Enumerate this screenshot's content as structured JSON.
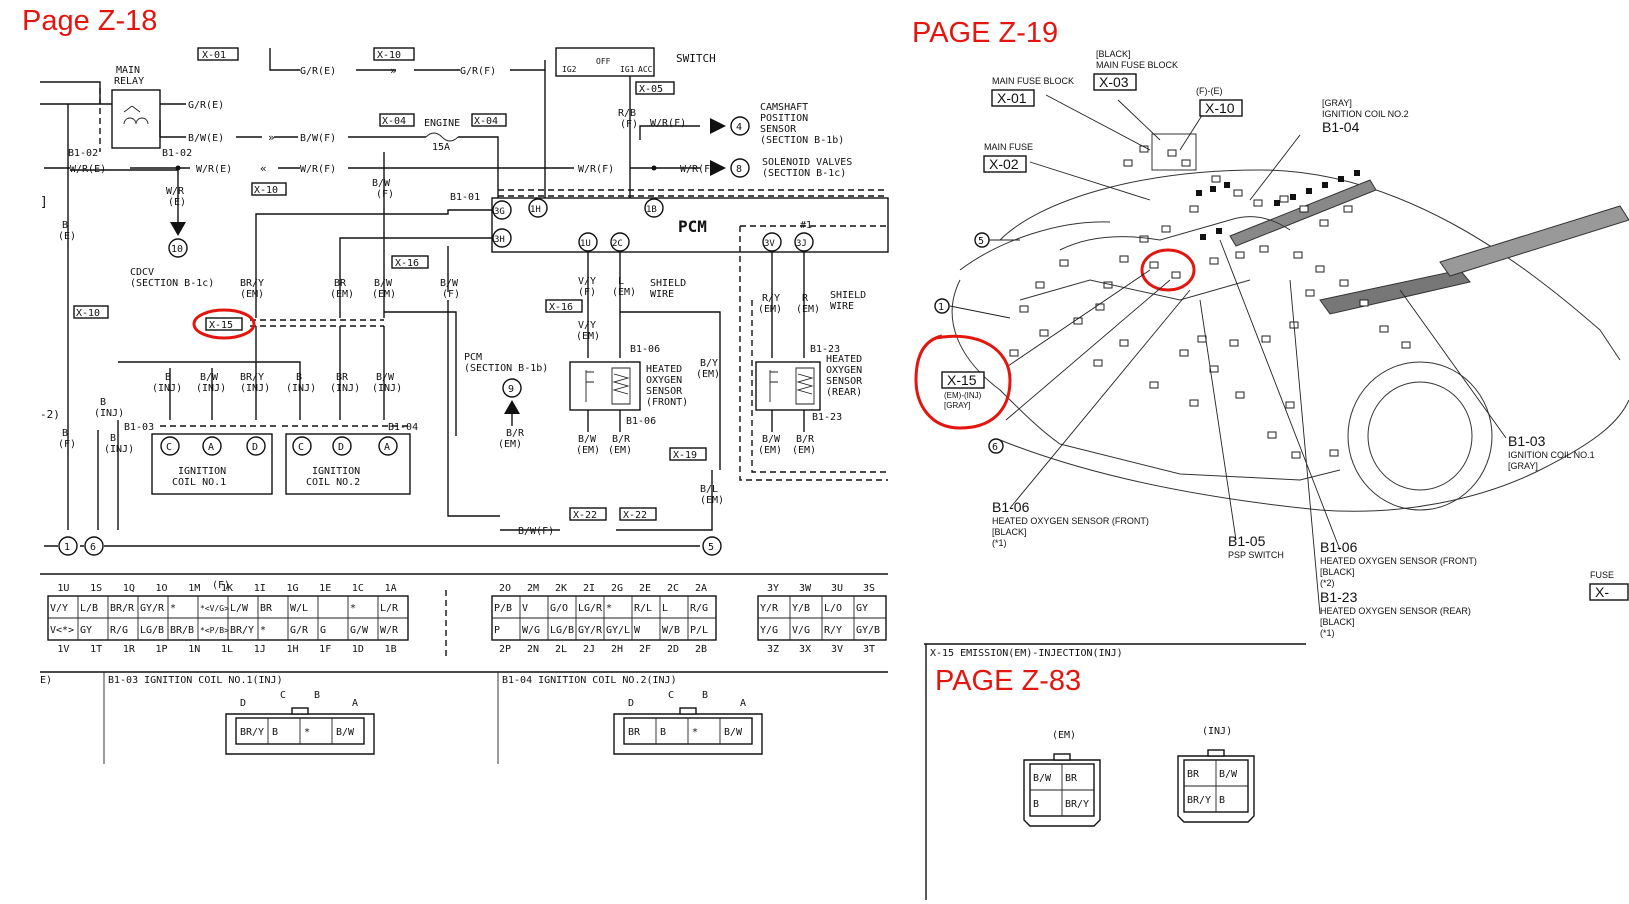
{
  "pages": {
    "z18": "Page Z-18",
    "z19": "PAGE Z-19",
    "z83": "PAGE Z-83"
  },
  "highlight_color": "#e3160f",
  "schematic": {
    "main_relay": [
      "MAIN",
      "RELAY"
    ],
    "engine_fuse": [
      "ENGINE",
      "15A"
    ],
    "switch": "SWITCH",
    "ig_contacts": [
      "IG2",
      "OFF",
      "IG1",
      "ACC"
    ],
    "connectors": {
      "x01": "X-01",
      "x10a": "X-10",
      "x10b": "X-10",
      "x10c": "X-10",
      "x05": "X-05",
      "x04a": "X-04",
      "x04b": "X-04",
      "x16a": "X-16",
      "x16b": "X-16",
      "x15": "X-15",
      "x19": "X-19",
      "x22a": "X-22",
      "x22b": "X-22"
    },
    "wires": {
      "gr_e_top": "G/R(E)",
      "gr_f_top": "G/R(F)",
      "gr_e_relay": "G/R(E)",
      "bw_e": "B/W(E)",
      "bw_f": "B/W(F)",
      "wr_e1": "W/R(E)",
      "wr_e2": "W/R(E)",
      "wr_f1": "W/R(F)",
      "wr_f2": "W/R(F)",
      "wr_f3": "W/R(F)",
      "wr_e_drop": [
        "W/R",
        "(E)"
      ],
      "rb_f": [
        "R/B",
        "(F)"
      ],
      "bw_f_pcm": [
        "B/W",
        "(F)"
      ],
      "b_e": [
        "B",
        "(E)"
      ],
      "bry_em": [
        "BR/Y",
        "(EM)"
      ],
      "br_em": [
        "BR",
        "(EM)"
      ],
      "bw_em": [
        "B/W",
        "(EM)"
      ],
      "bw_f_mid": [
        "B/W",
        "(F)"
      ],
      "b_inj_left": [
        "B",
        "(INJ)"
      ],
      "b_f": [
        "B",
        "(F)"
      ],
      "b_inj_low": [
        "B",
        "(INJ)"
      ],
      "vy_f": [
        "V/Y",
        "(F)"
      ],
      "l_em": [
        "L",
        "(EM)"
      ],
      "vy_em": [
        "V/Y",
        "(EM)"
      ],
      "ry_em": [
        "R/Y",
        "(EM)"
      ],
      "r_em": [
        "R",
        "(EM)"
      ],
      "by_em": [
        "B/Y",
        "(EM)"
      ],
      "br_em_pcm": [
        "B/R",
        "(EM)"
      ],
      "bl_em": [
        "B/L",
        "(EM)"
      ],
      "bw_f_bottom": "B/W(F)",
      "bw_em_s1": [
        "B/W",
        "(EM)"
      ],
      "br_em_s1": [
        "B/R",
        "(EM)"
      ],
      "bw_em_s2": [
        "B/W",
        "(EM)"
      ],
      "br_em_s2": [
        "B/R",
        "(EM)"
      ],
      "shield1": [
        "SHIELD",
        "WIRE"
      ],
      "shield2": [
        "SHIELD",
        "WIRE"
      ]
    },
    "coil_inputs": [
      [
        "B",
        "(INJ)"
      ],
      [
        "B/W",
        "(INJ)"
      ],
      [
        "BR/Y",
        "(INJ)"
      ],
      [
        "B",
        "(INJ)"
      ],
      [
        "BR",
        "(INJ)"
      ],
      [
        "B/W",
        "(INJ)"
      ]
    ],
    "refs": {
      "r4": "4",
      "r8": "8",
      "r10": "10",
      "r9": "9",
      "r1": "1",
      "r6": "6",
      "r5": "5"
    },
    "camshaft": [
      "CAMSHAFT",
      "POSITION",
      "SENSOR",
      "(SECTION B-1b)"
    ],
    "solenoid": [
      "SOLENOID VALVES",
      "(SECTION B-1c)"
    ],
    "cdcv": [
      "CDCV",
      "(SECTION B-1c)"
    ],
    "pcm_section": [
      "PCM",
      "(SECTION B-1b)"
    ],
    "pcm": {
      "label": "PCM",
      "id": "B1-01",
      "hash": "#1",
      "pins": [
        "3G",
        "3H",
        "1H",
        "1B",
        "1U",
        "2C",
        "3V",
        "3J"
      ]
    },
    "relay_ids": [
      "B1-02",
      "B1-02"
    ],
    "ho2s_front": {
      "title": [
        "HEATED",
        "OXYGEN",
        "SENSOR",
        "(FRONT)"
      ],
      "id_top": "B1-06",
      "id_bottom": "B1-06"
    },
    "ho2s_rear": {
      "title": [
        "HEATED",
        "OXYGEN",
        "SENSOR",
        "(REAR)"
      ],
      "id_top": "B1-23",
      "id_bottom": "B1-23"
    },
    "coil1": {
      "id": "B1-03",
      "pins": [
        "C",
        "A",
        "D"
      ],
      "title": [
        "IGNITION",
        "COIL NO.1"
      ]
    },
    "coil2": {
      "id": "B1-04",
      "pins": [
        "C",
        "D",
        "A"
      ],
      "title": [
        "IGNITION",
        "COIL NO.2"
      ]
    },
    "left_fragments": [
      "]",
      "-2)"
    ],
    "fuse_arrow": "(F)"
  },
  "pcm_table": {
    "top_pins_a": [
      "1U",
      "1S",
      "1Q",
      "1O",
      "1M",
      "1K",
      "1I",
      "1G",
      "1E",
      "1C",
      "1A"
    ],
    "row1_a": [
      "V/Y",
      "L/B",
      "BR/R",
      "GY/R",
      "*",
      "*<V/G>",
      "L/W",
      "BR",
      "W/L",
      "",
      "*",
      "L/R"
    ],
    "row2_a": [
      "V<*>",
      "GY",
      "R/G",
      "LG/B",
      "BR/B",
      "*<P/B>",
      "BR/Y",
      "*",
      "G/R",
      "G",
      "G/W",
      "W/R"
    ],
    "bottom_pins_a": [
      "1V",
      "1T",
      "1R",
      "1P",
      "1N",
      "1L",
      "1J",
      "1H",
      "1F",
      "1D",
      "1B"
    ],
    "top_pins_b": [
      "2O",
      "2M",
      "2K",
      "2I",
      "2G",
      "2E",
      "2C",
      "2A"
    ],
    "row1_b": [
      "P/B",
      "V",
      "G/O",
      "LG/R",
      "*",
      "R/L",
      "L",
      "R/G"
    ],
    "row2_b": [
      "P",
      "W/G",
      "LG/B",
      "GY/R",
      "GY/L",
      "W",
      "W/B",
      "P/L"
    ],
    "bottom_pins_b": [
      "2P",
      "2N",
      "2L",
      "2J",
      "2H",
      "2F",
      "2D",
      "2B"
    ],
    "top_pins_c": [
      "3Y",
      "3W",
      "3U",
      "3S"
    ],
    "row1_c": [
      "Y/R",
      "Y/B",
      "L/O",
      "GY"
    ],
    "row2_c": [
      "Y/G",
      "V/G",
      "R/Y",
      "GY/B"
    ],
    "bottom_pins_c": [
      "3Z",
      "3X",
      "3V",
      "3T"
    ]
  },
  "coil_connectors": {
    "c1_title": "B1-03 IGNITION COIL NO.1(INJ)",
    "c1_letters": [
      "D",
      "C",
      "B",
      "A"
    ],
    "c1_cells": [
      "BR/Y",
      "B",
      "*",
      "B/W"
    ],
    "c2_title": "B1-04 IGNITION COIL NO.2(INJ)",
    "c2_letters": [
      "D",
      "C",
      "B",
      "A"
    ],
    "c2_cells": [
      "BR",
      "B",
      "*",
      "B/W"
    ],
    "left_stub": "E)"
  },
  "harness": {
    "black_mfb": [
      "[BLACK]",
      "MAIN FUSE BLOCK"
    ],
    "main_fuse_block": "MAIN FUSE BLOCK",
    "main_fuse": "MAIN FUSE",
    "x01": "X-01",
    "x02": "X-02",
    "x03": "X-03",
    "x10": "X-10",
    "fe": "(F)-(E)",
    "coil2": [
      "[GRAY]",
      "IGNITION COIL NO.2",
      "B1-04"
    ],
    "x15": [
      "X-15",
      "(EM)-(INJ)",
      "[GRAY]"
    ],
    "refs": [
      "5",
      "1",
      "6"
    ],
    "b106": [
      "B1-06",
      "HEATED OXYGEN SENSOR (FRONT)",
      "[BLACK]",
      "(*1)"
    ],
    "b105": [
      "B1-05",
      "PSP SWITCH"
    ],
    "b106b": [
      "B1-06",
      "HEATED OXYGEN SENSOR (FRONT)",
      "[BLACK]",
      "(*2)"
    ],
    "b123": [
      "B1-23",
      "HEATED OXYGEN SENSOR (REAR)",
      "[BLACK]",
      "(*1)"
    ],
    "b103": [
      "B1-03",
      "IGNITION COIL NO.1",
      "[GRAY]"
    ],
    "fuse_edge": [
      "FUSE",
      "X-"
    ]
  },
  "z83": {
    "caption": "X-15 EMISSION(EM)-INJECTION(INJ)",
    "em_label": "(EM)",
    "em_cells": [
      "B/W",
      "BR",
      "B",
      "BR/Y"
    ],
    "inj_label": "(INJ)",
    "inj_cells": [
      "BR",
      "B/W",
      "BR/Y",
      "B"
    ]
  }
}
